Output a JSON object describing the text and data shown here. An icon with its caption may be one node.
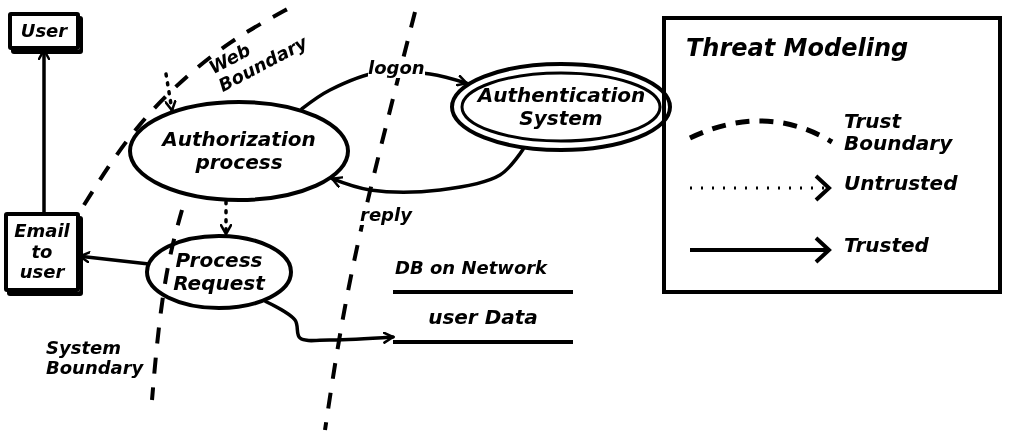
{
  "diagram": {
    "title": "Threat Modeling",
    "nodes": [
      {
        "text": [
          "User"
        ]
      },
      {
        "text": [
          "Authorization process"
        ]
      },
      {
        "text": [
          "Authentication System"
        ]
      },
      {
        "text": [
          "Email to user"
        ]
      },
      {
        "text": [
          "Process Request"
        ]
      },
      {
        "text": [
          "user Data"
        ]
      }
    ],
    "edges": [
      {
        "from": 3,
        "to": 0,
        "arrow": "to"
      },
      {
        "from": null,
        "to": 1,
        "arrow": "to",
        "style": "dashed"
      },
      {
        "from": 1,
        "to": 2,
        "arrow": "to",
        "label": "logon"
      },
      {
        "from": 2,
        "to": 1,
        "arrow": "to",
        "label": "reply"
      },
      {
        "from": 1,
        "to": 4,
        "arrow": "to",
        "style": "dashed"
      },
      {
        "from": 4,
        "to": 3,
        "arrow": "to"
      },
      {
        "from": 4,
        "to": 5,
        "arrow": "to"
      }
    ],
    "labels": [
      "Web Boundary",
      "DB on Network",
      "System Boundary"
    ],
    "legend": [
      {
        "text": "Trust Boundary"
      },
      {
        "text": "Untrusted"
      },
      {
        "text": "Trusted"
      }
    ]
  }
}
